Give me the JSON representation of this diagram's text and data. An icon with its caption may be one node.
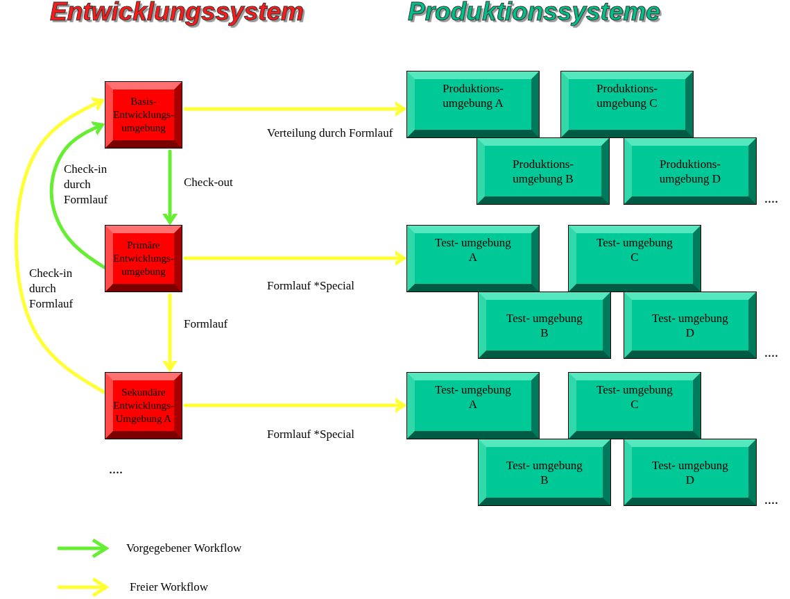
{
  "diagram": {
    "nodes": [
      {
        "text": [
          "Basis- Entwicklungs- umgebung"
        ]
      },
      {
        "text": [
          "Primäre Entwicklungs- umgebung"
        ]
      },
      {
        "text": [
          "Sekundäre Entwicklungs- Umgebung A"
        ]
      },
      {
        "text": [
          "Produktions- umgebung A"
        ]
      },
      {
        "text": [
          "Produktions- umgebung C"
        ]
      },
      {
        "text": [
          "Produktions- umgebung B"
        ]
      },
      {
        "text": [
          "Produktions- umgebung D"
        ],
        "beside": [
          "...."
        ]
      },
      {
        "text": [
          "Test- umgebung A"
        ]
      },
      {
        "text": [
          "Test- umgebung C"
        ]
      },
      {
        "text": [
          "Test- umgebung B"
        ]
      },
      {
        "text": [
          "Test- umgebung D"
        ],
        "beside": [
          "...."
        ]
      },
      {
        "text": [
          "Test- umgebung A"
        ]
      },
      {
        "text": [
          "Test- umgebung C"
        ]
      },
      {
        "text": [
          "Test- umgebung B"
        ]
      },
      {
        "text": [
          "Test- umgebung D"
        ],
        "beside": [
          "...."
        ]
      }
    ],
    "edges": [
      {
        "from": 0,
        "to": 1,
        "arrow": "to",
        "label": "Check-out",
        "color": "#66ee33"
      },
      {
        "from": 1,
        "to": 2,
        "arrow": "to",
        "label": "Formlauf"
      },
      {
        "from": 1,
        "to": 0,
        "arrow": "to",
        "label": "Check-in durch Formlauf",
        "color": "#66ee33"
      },
      {
        "from": 2,
        "to": 0,
        "arrow": "to",
        "label": "Check-in durch Formlauf"
      },
      {
        "from": 0,
        "to": 3,
        "arrow": "to",
        "label": "Verteilung durch Formlauf"
      },
      {
        "from": 1,
        "to": 7,
        "arrow": "to",
        "label": "Formlauf *Special"
      },
      {
        "from": 2,
        "to": 11,
        "arrow": "to",
        "label": "Formlauf *Special"
      }
    ],
    "labels": [
      "Entwicklungssystem",
      "Produktionssysteme",
      "...."
    ],
    "legend": [
      {
        "text": "Vorgegebener Workflow",
        "color": "#66ee33"
      },
      {
        "text": "Freier Workflow",
        "color": "#ffff33"
      }
    ]
  }
}
